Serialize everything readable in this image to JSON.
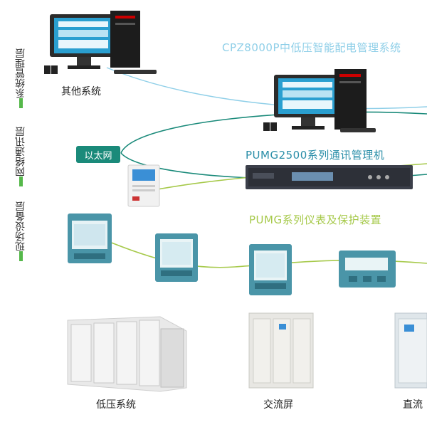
{
  "titles": {
    "system": "CPZ8000P中低压智能配电管理系统",
    "comm_manager": "PUMG2500系列通讯管理机",
    "meters": "PUMG系列仪表及保护装置"
  },
  "badge": {
    "ethernet": "以太网"
  },
  "labels": {
    "other_systems": "其他系统",
    "low_voltage": "低压系统",
    "ac_panel": "交流屏",
    "dc_panel": "直流"
  },
  "layers": [
    "系统管理层",
    "网络通讯层",
    "现场设备层"
  ],
  "colors": {
    "teal_line": "#1a8a7a",
    "green_line": "#a6c94a",
    "blue_line": "#8fcfe8",
    "layer_bar": "#55b84a"
  }
}
